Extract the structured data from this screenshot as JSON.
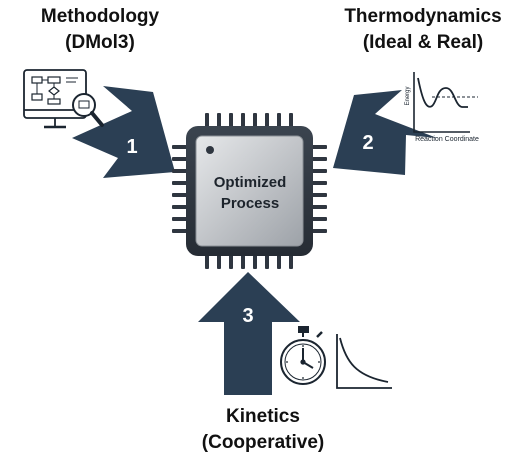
{
  "labels": {
    "methodology": {
      "line1": "Methodology",
      "line2": "(DMol3)"
    },
    "thermodynamics": {
      "line1": "Thermodynamics",
      "line2": "(Ideal & Real)"
    },
    "kinetics": {
      "line1": "Kinetics",
      "line2": "(Cooperative)"
    }
  },
  "chip": {
    "line1": "Optimized",
    "line2": "Process"
  },
  "arrows": {
    "one": "1",
    "two": "2",
    "three": "3"
  },
  "energy_graph": {
    "ylabel": "Energy",
    "xlabel": "Reaction Coordinate"
  },
  "icons": {
    "methodology": "monitor-flowchart-magnifier-icon",
    "kinetics_left": "stopwatch-icon",
    "kinetics_right": "decay-curve-icon"
  },
  "colors": {
    "arrow": "#2b3f54",
    "chip_face": "#c6c9cd",
    "chip_body": "#2f3640",
    "text": "#111111"
  }
}
